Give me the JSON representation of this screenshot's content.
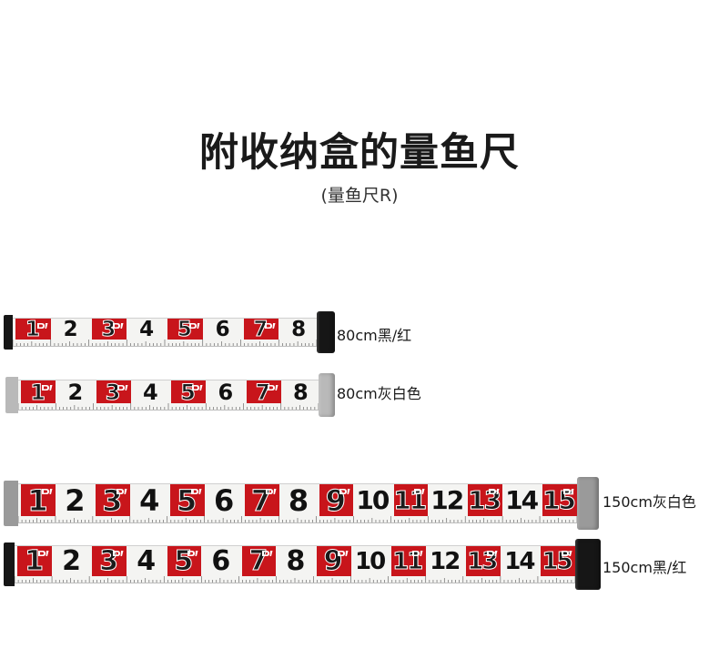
{
  "page": {
    "title": "附收纳盒的量鱼尺",
    "subtitle": "(量鱼尺R)"
  },
  "rulers": [
    {
      "label": "80cm黑/红",
      "numbers": [
        "1",
        "2",
        "3",
        "4",
        "5",
        "6",
        "7",
        "8"
      ],
      "cap_color": "#161616",
      "accent": "#c8151b"
    },
    {
      "label": "80cm灰白色",
      "numbers": [
        "1",
        "2",
        "3",
        "4",
        "5",
        "6",
        "7",
        "8"
      ],
      "cap_color": "#b9b9b9",
      "accent": "#c8151b"
    },
    {
      "label": "150cm灰白色",
      "numbers": [
        "1",
        "2",
        "3",
        "4",
        "5",
        "6",
        "7",
        "8",
        "9",
        "10",
        "11",
        "12",
        "13",
        "14",
        "15"
      ],
      "cap_color": "#9a9a9a",
      "accent": "#c8151b"
    },
    {
      "label": "150cm黑/红",
      "numbers": [
        "1",
        "2",
        "3",
        "4",
        "5",
        "6",
        "7",
        "8",
        "9",
        "10",
        "11",
        "12",
        "13",
        "14",
        "15"
      ],
      "cap_color": "#161616",
      "accent": "#c8151b"
    }
  ]
}
